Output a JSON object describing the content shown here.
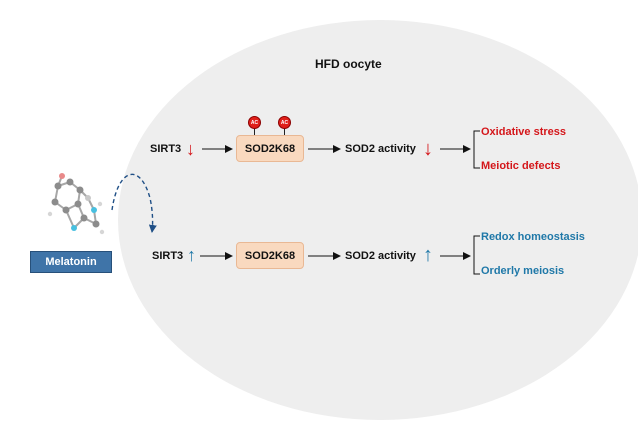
{
  "title": "HFD oocyte",
  "drug": {
    "label": "Melatonin"
  },
  "modification_label": "AC",
  "colors": {
    "down": "#d4161a",
    "up": "#1f78a8",
    "box_fill": "#f9d9bf",
    "circle": "#eeeeee",
    "drug_box": "#3f74a8"
  },
  "pathways": [
    {
      "id": "hfd",
      "trend": "down",
      "sirt3": "SIRT3",
      "protein": "SOD2K68",
      "acetylated": true,
      "activity": "SOD2 activity",
      "outcomes": [
        "Oxidative stress",
        "Meiotic defects"
      ]
    },
    {
      "id": "melatonin",
      "trend": "up",
      "sirt3": "SIRT3",
      "protein": "SOD2K68",
      "acetylated": false,
      "activity": "SOD2 activity",
      "outcomes": [
        "Redox homeostasis",
        "Orderly meiosis"
      ]
    }
  ]
}
